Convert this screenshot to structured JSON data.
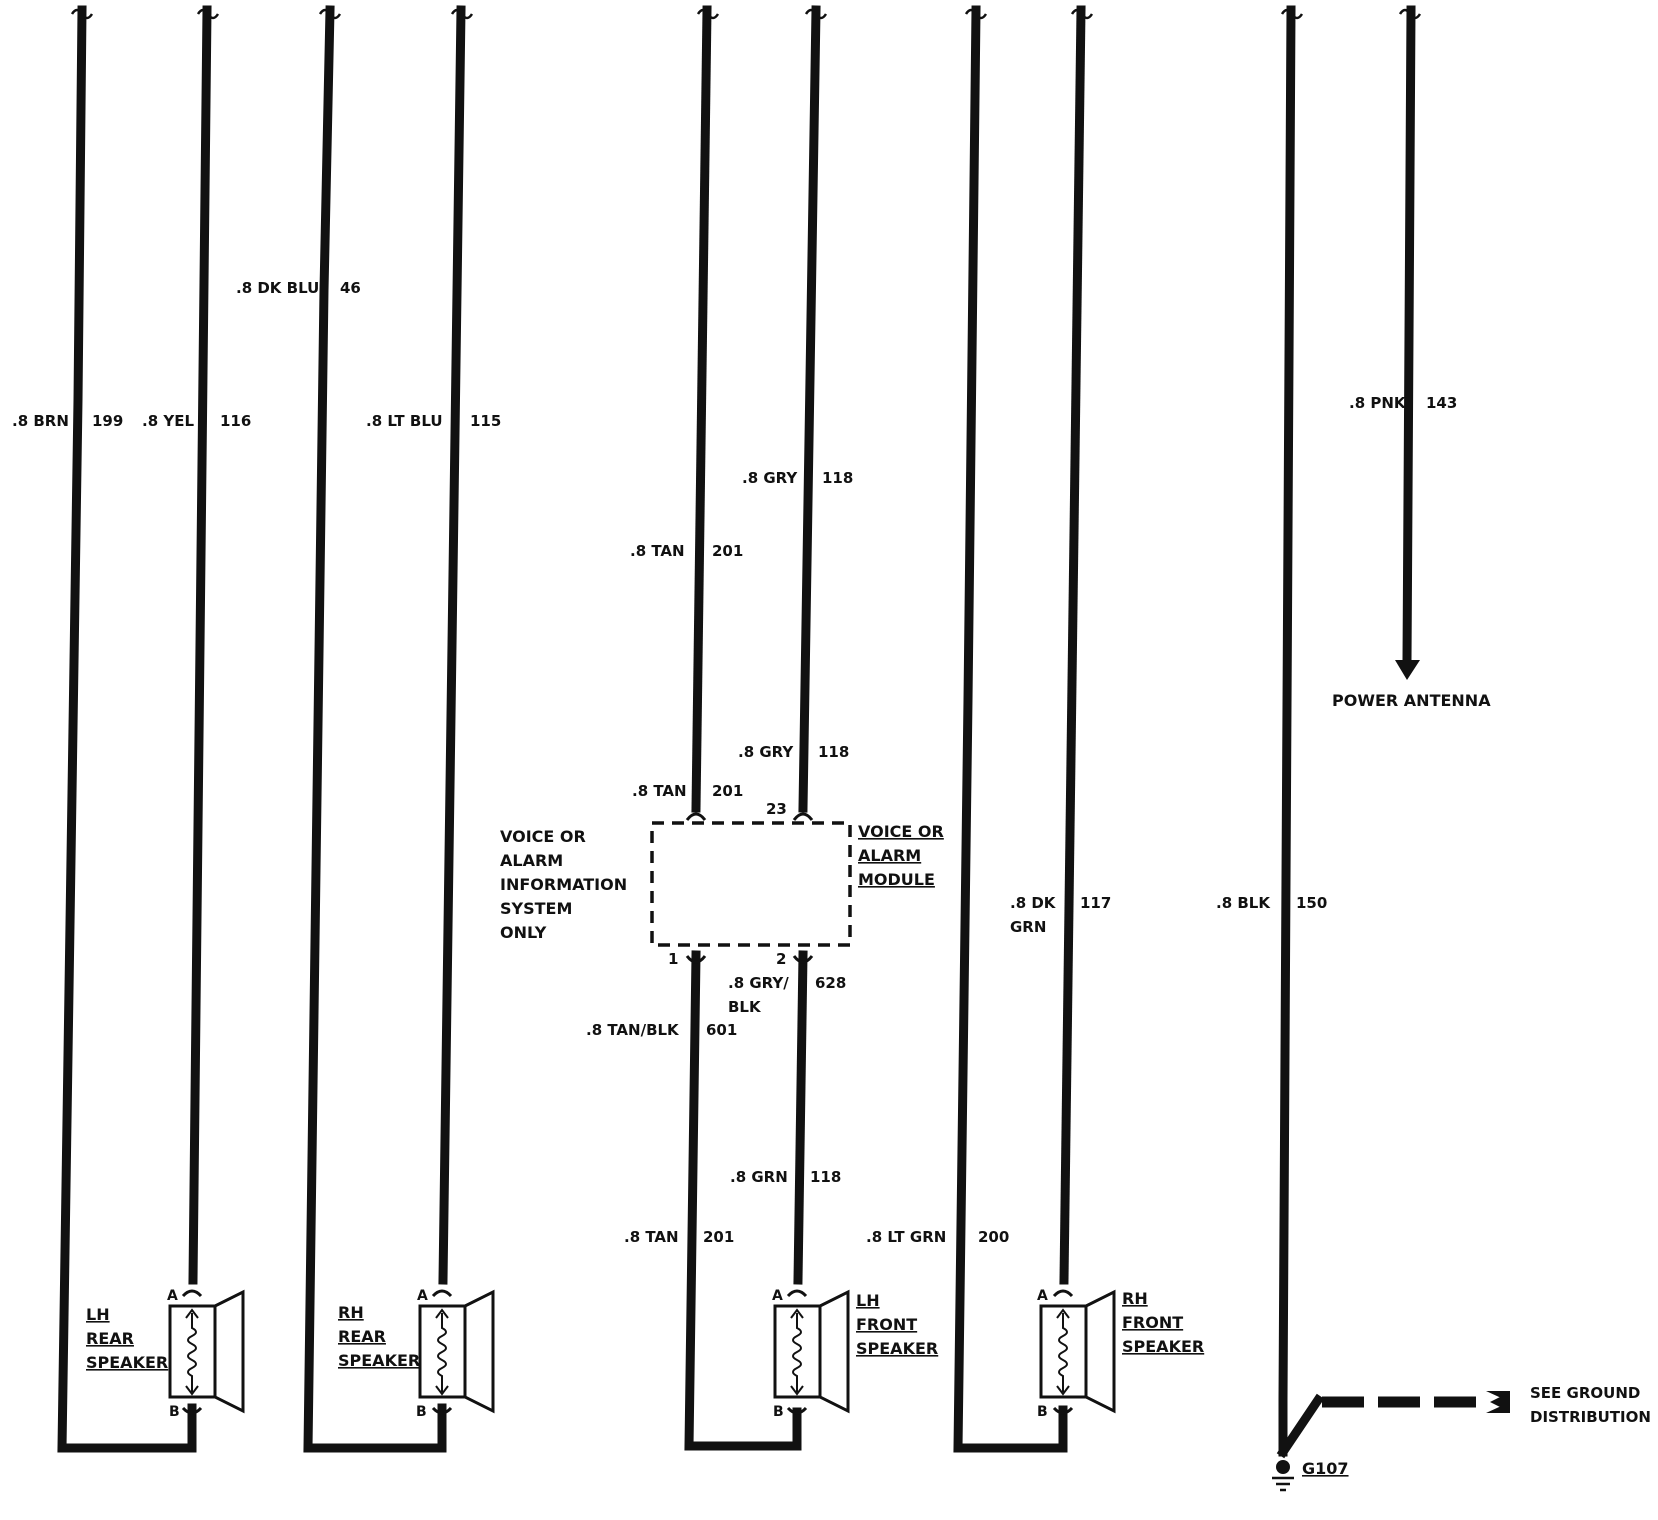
{
  "wires": {
    "brn": {
      "gauge_color": ".8 BRN",
      "circuit": "199"
    },
    "yel": {
      "gauge_color": ".8 YEL",
      "circuit": "116"
    },
    "dk_blu": {
      "gauge_color": ".8 DK BLU",
      "circuit": "46"
    },
    "lt_blu": {
      "gauge_color": ".8 LT BLU",
      "circuit": "115"
    },
    "tan_top": {
      "gauge_color": ".8 TAN",
      "circuit": "201"
    },
    "gry_top": {
      "gauge_color": ".8 GRY",
      "circuit": "118"
    },
    "gry_mid": {
      "gauge_color": ".8 GRY",
      "circuit": "118"
    },
    "tan_mid": {
      "gauge_color": ".8 TAN",
      "circuit": "201"
    },
    "gry_blk": {
      "gauge_color_1": ".8 GRY/",
      "gauge_color_2": "BLK",
      "circuit": "628"
    },
    "tan_blk": {
      "gauge_color": ".8 TAN/BLK",
      "circuit": "601"
    },
    "grn": {
      "gauge_color": ".8 GRN",
      "circuit": "118"
    },
    "tan_bot": {
      "gauge_color": ".8 TAN",
      "circuit": "201"
    },
    "lt_grn": {
      "gauge_color": ".8 LT GRN",
      "circuit": "200"
    },
    "dk_grn": {
      "gauge_color_1": ".8 DK",
      "gauge_color_2": "GRN",
      "circuit": "117"
    },
    "blk": {
      "gauge_color": ".8 BLK",
      "circuit": "150"
    },
    "pnk": {
      "gauge_color": ".8 PNK",
      "circuit": "143"
    }
  },
  "module": {
    "name_lines": [
      "VOICE OR",
      "ALARM",
      "MODULE"
    ],
    "note_lines": [
      "VOICE OR",
      "ALARM",
      "INFORMATION",
      "SYSTEM",
      "ONLY"
    ],
    "pin_23": "23",
    "pin_1": "1",
    "pin_2": "2"
  },
  "speakers": {
    "lh_rear": [
      "LH",
      "REAR",
      "SPEAKER"
    ],
    "rh_rear": [
      "RH",
      "REAR",
      "SPEAKER"
    ],
    "lh_front": [
      "LH",
      "FRONT",
      "SPEAKER"
    ],
    "rh_front": [
      "RH",
      "FRONT",
      "SPEAKER"
    ],
    "terminal_a": "A",
    "terminal_b": "B"
  },
  "power_antenna": "POWER ANTENNA",
  "ground": {
    "id": "G107",
    "see_lines": [
      "SEE GROUND",
      "DISTRIBUTION"
    ]
  }
}
